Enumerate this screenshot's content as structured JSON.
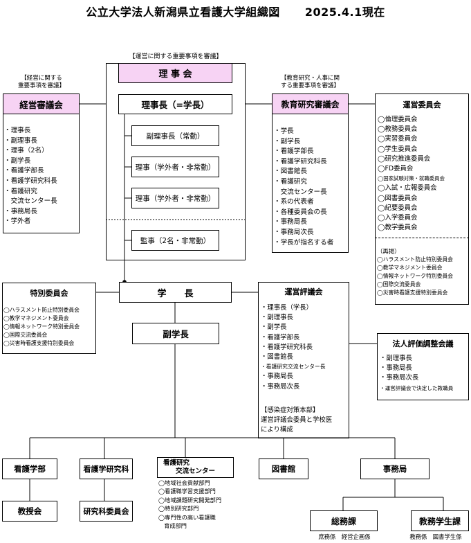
{
  "title": {
    "left": "公立大学法人新潟県立看護大学組織図",
    "right": "2025.4.1現在"
  },
  "riji_note": "【運営に関する重要事項を審議】",
  "rijikai": "理 事 会",
  "rijicho": "理事長（=学長）",
  "fukurijicho": "副理事長（常勤）",
  "riji1": "理事（学外者・非常勤）",
  "riji2": "理事（学外者・非常勤）",
  "kanji": "監事（2名・非常勤）",
  "keiei": {
    "note": "【経営に関する\n重要事項を審議】",
    "title": "経営審議会",
    "items": [
      "・理事長",
      "・副理事長",
      "・理事（2名）",
      "・副学長",
      "・看護学部長",
      "・看護学研究科長",
      "・看護研究",
      "　交流センター長",
      "・事務局長",
      "・学外者"
    ]
  },
  "kyoiku": {
    "note": "【教育研究・人事に関\nする重要事項を審議】",
    "title": "教育研究審議会",
    "items": [
      "・学長",
      "・副学長",
      "・看護学部長",
      "・看護学研究科長",
      "・図書館長",
      "・看護研究",
      "　交流センター長",
      "・系の代表者",
      "・各種委員会の長",
      "・事務局長",
      "・事務局次長",
      "・学長が指名する者"
    ]
  },
  "unei": {
    "title": "運営委員会",
    "items": [
      "◯倫理委員会",
      "◯教務委員会",
      "◯実習委員会",
      "◯学生委員会",
      "◯研究推進委員会",
      "◯FD委員会",
      "◯国家試験対策・就職委員会",
      "◯入試・広報委員会",
      "◯図書委員会",
      "◯紀要委員会",
      "◯入学委員会",
      "◯教学委員会"
    ],
    "sai_head": "（再掲）",
    "sai_items": [
      "◯ハラスメント防止特別委員会",
      "◯教学マネジメント委員会",
      "◯情報ネットワーク特別委員会",
      "◯国際交流委員会",
      "◯災害時看護支援特別委員会"
    ]
  },
  "tokubetsu": {
    "title": "特別委員会",
    "items": [
      "◯ハラスメント防止特別委員会",
      "◯教学マネジメント委員会",
      "◯情報ネットワーク特別委員会",
      "◯国際交流委員会",
      "◯災害時看護支援特別委員会"
    ]
  },
  "gakucho": "学　　長",
  "fukugakucho": "副学長",
  "unei_hyogi": {
    "title": "運営評議会",
    "items": [
      "・理事長（学長）",
      "・副理事長",
      "・副学長",
      "・看護学部長",
      "・看護学研究科長",
      "・図書館長",
      "・看護研究交流センター長",
      "・事務局長",
      "・事務局次長"
    ],
    "kansen_head": "【感染症対策本部】",
    "kansen_body": [
      "運営評議会委員と学校医",
      "により構成"
    ]
  },
  "hojin": {
    "title": "法人評価調整会議",
    "items": [
      "・副理事長",
      "・事務局長",
      "・事務局次長",
      "・運営評議会で決定した教職員"
    ]
  },
  "kangogakubu": "看護学部",
  "kangogakukenkyuka": "看護学研究科",
  "center": {
    "title1": "看護研究",
    "title2": "交流センター",
    "items": [
      "◯地域社会貢献部門",
      "◯看護職学習支援部門",
      "◯地域課題研究開発部門",
      "◯特別研究部門",
      "◯専門性の高い看護職",
      "　育成部門"
    ]
  },
  "toshokan": "図書館",
  "jimukyoku": "事務局",
  "kyojukai": "教授会",
  "kenkyukaiinkai": "研究科委員会",
  "somuka": {
    "title": "総務課",
    "sub": "庶務係　経営企画係"
  },
  "kyomuka": {
    "title": "教務学生課",
    "sub": "教務係　図書学生係"
  }
}
